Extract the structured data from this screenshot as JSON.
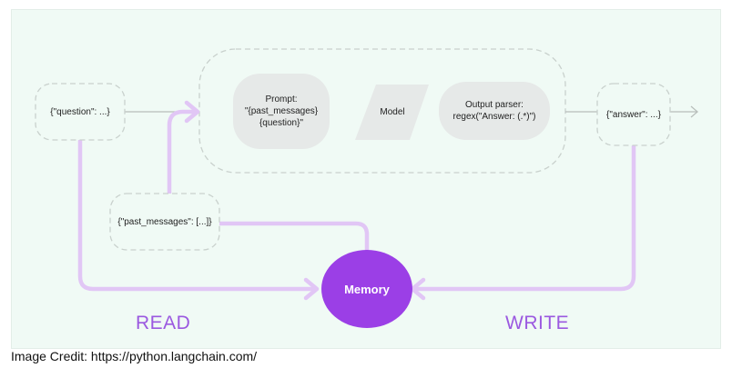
{
  "diagram": {
    "nodes": {
      "question_input": "{\"question\": ...}",
      "prompt": "Prompt:\n\"{past_messages}\n{question}\"",
      "model": "Model",
      "output_parser": "Output parser:\nregex(\"Answer: (.*)\")",
      "answer_output": "{\"answer\": ...}",
      "past_messages": "{\"past_messages\": [...]}",
      "memory": "Memory"
    },
    "labels": {
      "read": "READ",
      "write": "WRITE"
    }
  },
  "footer": {
    "credit": "Image Credit: https://python.langchain.com/"
  },
  "colors": {
    "background": "#f0faf5",
    "node_fill": "#e6e9e8",
    "flow_line": "#e1c6f5",
    "memory": "#9b3fe6",
    "label": "#9b59e0",
    "dashed_border": "#c9d1cd"
  }
}
